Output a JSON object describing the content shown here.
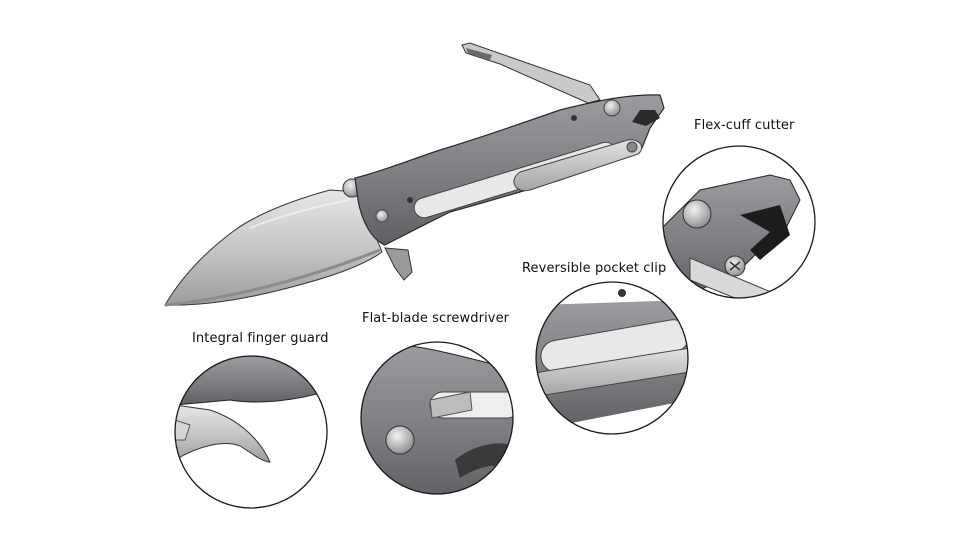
{
  "labels": {
    "flex_cuff_cutter": "Flex-cuff cutter",
    "reversible_pocket_clip": "Reversible pocket clip",
    "flat_blade_screwdriver": "Flat-blade screwdriver",
    "integral_finger_guard": "Integral finger guard"
  },
  "colors": {
    "background": "#ffffff",
    "handle": "#7f8184",
    "handle_dark": "#5a5c5f",
    "blade": "#cfcfcf",
    "blade_edge": "#a9a9a9",
    "outline": "#1a1a1a"
  }
}
